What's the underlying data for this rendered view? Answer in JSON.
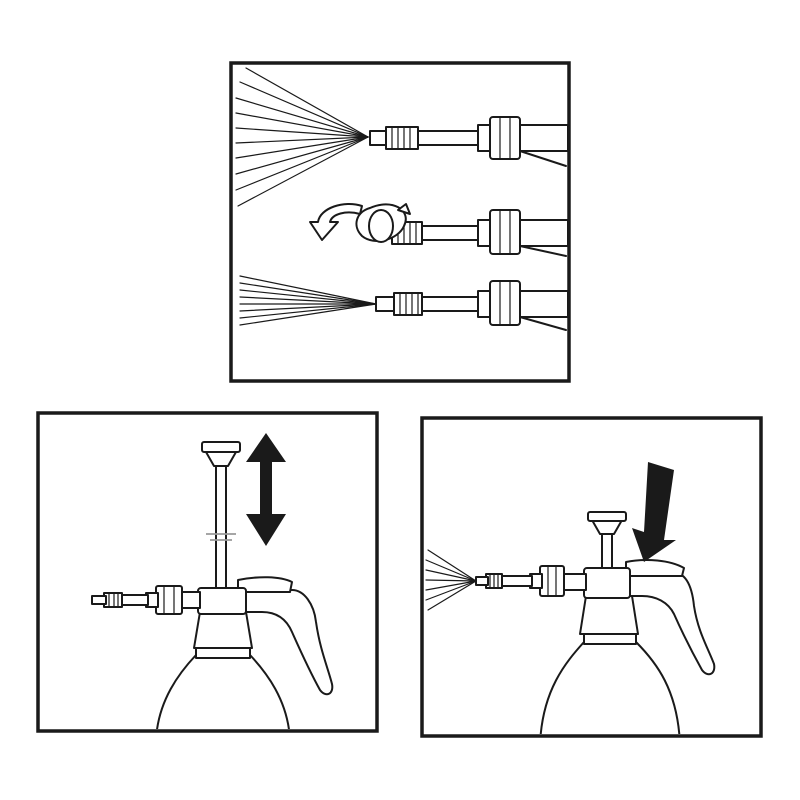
{
  "figure": {
    "panels": [
      {
        "id": "nozzle-adjust",
        "steps": 3
      },
      {
        "id": "pump-pressure",
        "motion": "up-down"
      },
      {
        "id": "spray-trigger",
        "motion": "press-down"
      }
    ],
    "colors": {
      "ink": "#1a1a1a",
      "paper": "#ffffff",
      "ghost": "#9a9a9a"
    }
  }
}
